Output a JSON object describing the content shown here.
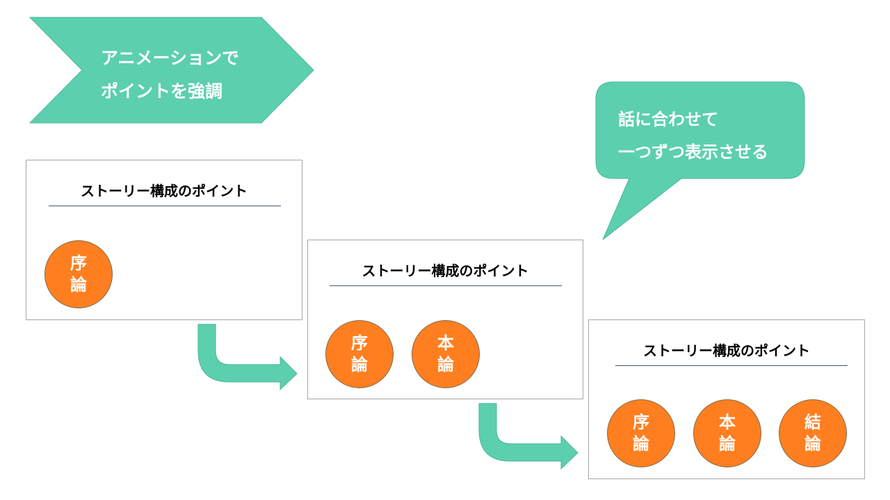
{
  "banner": {
    "lines": [
      "アニメーションで",
      "ポイントを強調"
    ]
  },
  "bubble": {
    "lines": [
      "話に合わせて",
      "一つずつ表示させる"
    ]
  },
  "slides": [
    {
      "title": "ストーリー構成のポイント",
      "circles": [
        [
          "序",
          "論"
        ]
      ]
    },
    {
      "title": "ストーリー構成のポイント",
      "circles": [
        [
          "序",
          "論"
        ],
        [
          "本",
          "論"
        ]
      ]
    },
    {
      "title": "ストーリー構成のポイント",
      "circles": [
        [
          "序",
          "論"
        ],
        [
          "本",
          "論"
        ],
        [
          "結",
          "論"
        ]
      ]
    }
  ],
  "colors": {
    "teal": "#5ccfaf",
    "orange": "#ff7f20",
    "rule": "#44546a"
  }
}
